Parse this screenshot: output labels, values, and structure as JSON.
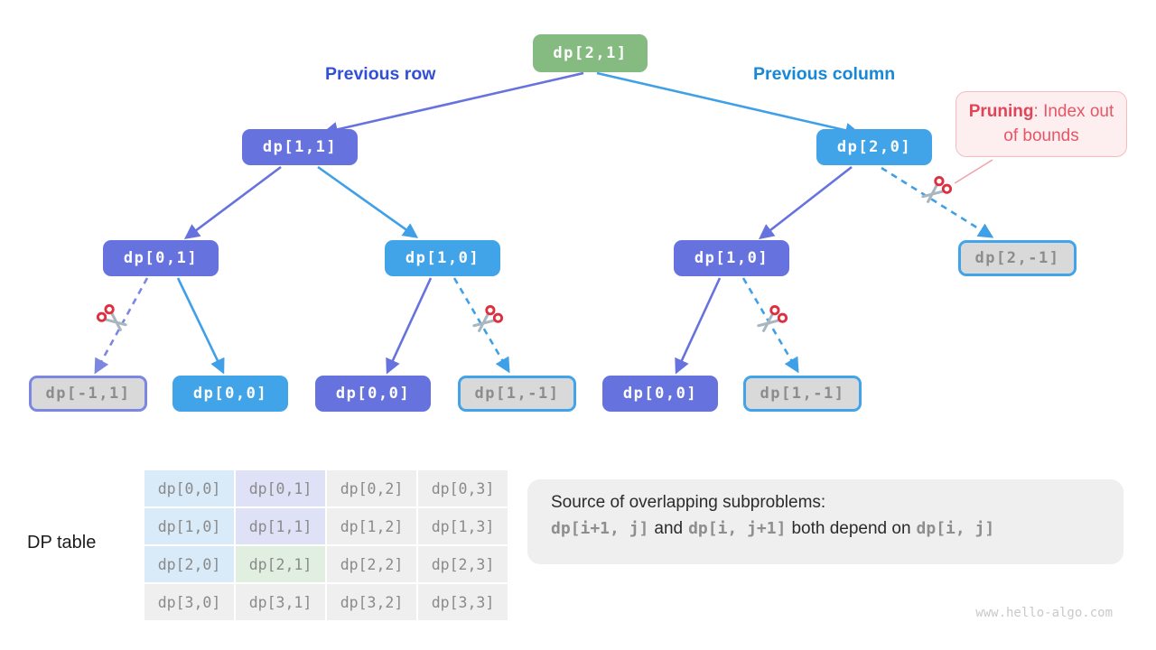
{
  "page": {
    "watermark": "www.hello-algo.com"
  },
  "edge_labels": {
    "previous_row": "Previous row",
    "previous_column": "Previous column"
  },
  "callout": {
    "title": "Pruning",
    "rest": ": Index out of bounds"
  },
  "tree": {
    "nodes": [
      {
        "id": "root",
        "label": "dp[2,1]",
        "type": "green"
      },
      {
        "id": "n11",
        "label": "dp[1,1]",
        "type": "purple"
      },
      {
        "id": "n20",
        "label": "dp[2,0]",
        "type": "blue"
      },
      {
        "id": "n01",
        "label": "dp[0,1]",
        "type": "purple"
      },
      {
        "id": "n10m",
        "label": "dp[1,0]",
        "type": "blue"
      },
      {
        "id": "n10r",
        "label": "dp[1,0]",
        "type": "purple"
      },
      {
        "id": "n2m1",
        "label": "dp[2,-1]",
        "type": "pruned-blue-border"
      },
      {
        "id": "nm11",
        "label": "dp[-1,1]",
        "type": "pruned-purple-border"
      },
      {
        "id": "n00a",
        "label": "dp[0,0]",
        "type": "blue"
      },
      {
        "id": "n00b",
        "label": "dp[0,0]",
        "type": "purple"
      },
      {
        "id": "n1m1a",
        "label": "dp[1,-1]",
        "type": "pruned-blue-border"
      },
      {
        "id": "n00c",
        "label": "dp[0,0]",
        "type": "purple"
      },
      {
        "id": "n1m1b",
        "label": "dp[1,-1]",
        "type": "pruned-blue-border"
      }
    ],
    "edges": [
      {
        "from": "root",
        "to": "n11",
        "style": "solid",
        "color": "purple"
      },
      {
        "from": "root",
        "to": "n20",
        "style": "solid",
        "color": "blue"
      },
      {
        "from": "n11",
        "to": "n01",
        "style": "solid",
        "color": "purple"
      },
      {
        "from": "n11",
        "to": "n10m",
        "style": "solid",
        "color": "blue"
      },
      {
        "from": "n20",
        "to": "n10r",
        "style": "solid",
        "color": "purple"
      },
      {
        "from": "n20",
        "to": "n2m1",
        "style": "dashed",
        "color": "blue",
        "pruned": true
      },
      {
        "from": "n01",
        "to": "nm11",
        "style": "dashed",
        "color": "purple",
        "pruned": true
      },
      {
        "from": "n01",
        "to": "n00a",
        "style": "solid",
        "color": "blue"
      },
      {
        "from": "n10m",
        "to": "n00b",
        "style": "solid",
        "color": "purple"
      },
      {
        "from": "n10m",
        "to": "n1m1a",
        "style": "dashed",
        "color": "blue",
        "pruned": true
      },
      {
        "from": "n10r",
        "to": "n00c",
        "style": "solid",
        "color": "purple"
      },
      {
        "from": "n10r",
        "to": "n1m1b",
        "style": "dashed",
        "color": "blue",
        "pruned": true
      }
    ]
  },
  "dp_table": {
    "label": "DP table",
    "rows": [
      [
        "dp[0,0]",
        "dp[0,1]",
        "dp[0,2]",
        "dp[0,3]"
      ],
      [
        "dp[1,0]",
        "dp[1,1]",
        "dp[1,2]",
        "dp[1,3]"
      ],
      [
        "dp[2,0]",
        "dp[2,1]",
        "dp[2,2]",
        "dp[2,3]"
      ],
      [
        "dp[3,0]",
        "dp[3,1]",
        "dp[3,2]",
        "dp[3,3]"
      ]
    ]
  },
  "explanation": {
    "line1": "Source of overlapping subproblems:",
    "code1": "dp[i+1, j]",
    "conj1": "and",
    "code2": "dp[i, j+1]",
    "conj2": "both depend on",
    "code3": "dp[i, j]"
  },
  "colors": {
    "node_green": "#85ba80",
    "node_purple": "#6673de",
    "node_blue": "#42a4e8",
    "pruned_fill": "#d9d9d9",
    "pruned_text": "#8c8c8c",
    "pruned_border_blue": "#42a4e8",
    "pruned_border_purple": "#7b87e0",
    "label_previous_row": "#3150d6",
    "label_previous_column": "#1787d6",
    "callout_red": "#e85565",
    "callout_bg": "#fdeff0",
    "table_blue": "#d9eaf8",
    "table_lavender": "#dfe1f6",
    "table_green": "#e0efdf",
    "table_gray": "#efefef",
    "explain_bg": "#efefef",
    "code_gray": "#8e8e8e",
    "watermark_gray": "#c9c9c9"
  }
}
